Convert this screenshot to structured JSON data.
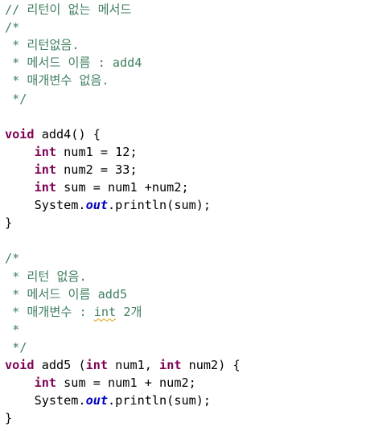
{
  "code_lines": [
    [
      {
        "t": "// 리턴이 없는 메서드",
        "c": "comment"
      }
    ],
    [
      {
        "t": "/*",
        "c": "comment"
      }
    ],
    [
      {
        "t": " * 리턴없음.",
        "c": "comment"
      }
    ],
    [
      {
        "t": " * 메서드 이름 : add4",
        "c": "comment"
      }
    ],
    [
      {
        "t": " * 매개변수 없음.",
        "c": "comment"
      }
    ],
    [
      {
        "t": " */",
        "c": "comment"
      }
    ],
    [],
    [
      {
        "t": "void",
        "c": "keyword"
      },
      {
        "t": " add4() {",
        "c": "plain"
      }
    ],
    [
      {
        "t": "    ",
        "c": "plain"
      },
      {
        "t": "int",
        "c": "keyword"
      },
      {
        "t": " num1 = 12;",
        "c": "plain"
      }
    ],
    [
      {
        "t": "    ",
        "c": "plain"
      },
      {
        "t": "int",
        "c": "keyword"
      },
      {
        "t": " num2 = 33;",
        "c": "plain"
      }
    ],
    [
      {
        "t": "    ",
        "c": "plain"
      },
      {
        "t": "int",
        "c": "keyword"
      },
      {
        "t": " sum = num1 +num2;",
        "c": "plain"
      }
    ],
    [
      {
        "t": "    System.",
        "c": "plain"
      },
      {
        "t": "out",
        "c": "field"
      },
      {
        "t": ".println(sum);",
        "c": "plain"
      }
    ],
    [
      {
        "t": "}",
        "c": "plain"
      }
    ],
    [],
    [
      {
        "t": "/*",
        "c": "comment"
      }
    ],
    [
      {
        "t": " * 리턴 없음.",
        "c": "comment"
      }
    ],
    [
      {
        "t": " * 메서드 이름 add5",
        "c": "comment"
      }
    ],
    [
      {
        "t": " * 매개변수 : ",
        "c": "comment"
      },
      {
        "t": "int",
        "c": "comment squiggle"
      },
      {
        "t": " 2개",
        "c": "comment"
      }
    ],
    [
      {
        "t": " *",
        "c": "comment"
      }
    ],
    [
      {
        "t": " */",
        "c": "comment"
      }
    ],
    [
      {
        "t": "void",
        "c": "keyword"
      },
      {
        "t": " add5 (",
        "c": "plain"
      },
      {
        "t": "int",
        "c": "keyword"
      },
      {
        "t": " num1, ",
        "c": "plain"
      },
      {
        "t": "int",
        "c": "keyword"
      },
      {
        "t": " num2) {",
        "c": "plain"
      }
    ],
    [
      {
        "t": "    ",
        "c": "plain"
      },
      {
        "t": "int",
        "c": "keyword"
      },
      {
        "t": " sum = num1 + num2;",
        "c": "plain"
      }
    ],
    [
      {
        "t": "    System.",
        "c": "plain"
      },
      {
        "t": "out",
        "c": "field"
      },
      {
        "t": ".println(sum);",
        "c": "plain"
      }
    ],
    [
      {
        "t": "}",
        "c": "plain"
      }
    ]
  ]
}
